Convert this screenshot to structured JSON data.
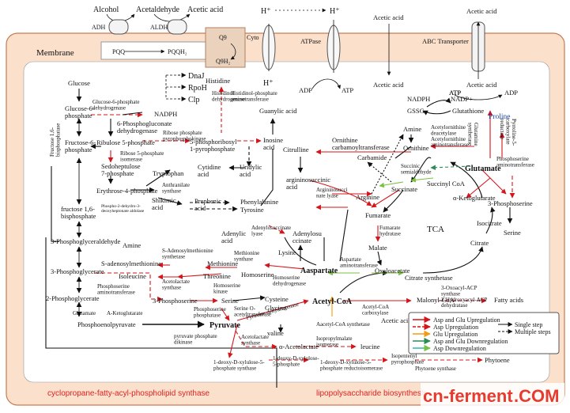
{
  "external": {
    "alcohol": "Alcohol",
    "acetaldehyde": "Acetaldehyde",
    "acetic_acid_top": "Acetic acid",
    "adh": "ADH",
    "aldh": "ALDH",
    "pqq": "PQQ",
    "pqqh2": "PQQH₂",
    "q9": "Q9",
    "q9h2": "Q9H₂",
    "cyto": "Cyto",
    "h_plus": "H⁺",
    "atpase": "ATPase",
    "abc": "ABC Transporter",
    "acetic_acid_mid": "Acetic acid",
    "acetic_acid_right": "Acetic acid"
  },
  "membrane_label": "Membrane",
  "stress": {
    "dnaj": "DnaJ",
    "rpoh": "RpoH",
    "clp": "Clp"
  },
  "nodes": {
    "glucose": "Glucose",
    "g6p": "Glucose-6-\nphosphate",
    "g6pdh": "Glucose-6-phosphate\ndehydrogenase",
    "nadph_l": "NADPH",
    "pgdh": "6-Phosphogluconate\ndehydrogenase",
    "f6p": "Fructose-6-\nphosphate",
    "r5p": "Ribulose 5-phosphate",
    "rpi": "Ribose 5-phosphate\nisomerase",
    "prpp_enz": "Ribose phosphate\npyrophosphokinase",
    "prpp": "5-phosphoribosyl\n1-pyrophosphate",
    "histidine": "Histidine",
    "his_enz": "Histidinol\ndehydrogenase",
    "his_amt": "Histidinol-phosphate\naminotransferase",
    "guanylic": "Guanylic acid",
    "inosine": "Inosine\nacid",
    "sedo": "Sedoheptulose\n7-phosphate",
    "e4p": "Erythrose-4-phosphate",
    "tryptophan": "Tryptophan",
    "anthr": "Anthranilate\nsynthase",
    "shikimic": "Shikimic\nacid",
    "dahp": "Phospho-2-dehydro-3-\ndeoxyheptonate aldolase",
    "prephenic": "Prephenic\nacid",
    "phe": "Phenylalanine",
    "tyr": "Tyrosine",
    "cytidine": "Cytidine\nacid",
    "uridylic": "Uridylic\nacid",
    "fbp_left": "Fructose 1,6-\nbisphosphatase",
    "fbp": "fructose 1,6-\nbisphosphate",
    "g3p": "3-Phosphoglyceraldehyde",
    "pg3": "3-Phosphoglycerate",
    "pg2": "2-Phosphoglycerate",
    "pep": "Phosphoenolpyruvate",
    "pyruvate": "Pyruvate",
    "ppdk": "pyruvate phosphate\ndikinase",
    "amine_l": "Amine",
    "sam_syn": "S-Adenosylmethionine\nsynthetase",
    "sam": "S-adenosylmethionine",
    "methionine": "Methionine",
    "met_syn": "Methionine\nsynthase",
    "isoleucine": "Isoleucine",
    "threonine": "Threonine",
    "homoserine": "Homoserine",
    "hs_kin": "Homoserine\nkinase",
    "hs_dh": "Homoserine\ndehydrogenase",
    "acl_syn": "Acetolactate\nsynthase",
    "ps_amt": "Phosphoserine\naminotransferase",
    "p3ser": "3-Phosphoserine",
    "glutamate_l": "Glutamate",
    "akg_l": "A-Ketoglutarate",
    "serine": "Serine",
    "ps_ptase": "Phosphoserine\nphosphatase",
    "cysteine": "Cysteine",
    "glycine": "Glycine",
    "sat": "Serine O-\nacetyltransferase",
    "lysine": "Lysine",
    "aspartate": "Aaspartate",
    "adenylic": "Adenylic\nacid",
    "adsl": "Adenylosuccinate\nlyase",
    "adsucc": "Adenylosu\nccinate",
    "citrulline": "Citrulline",
    "orn_ct": "Ornithine\ncarbamoyltransferase",
    "argsucc": "argininosuccinic\nacid",
    "asl": "Argininosucci\nnate lyase",
    "arginine": "Arginine",
    "carbamide": "Carbamide",
    "amine_r": "Amine",
    "ornithine": "Ornithine",
    "acorn": "Acetylornithine\ndeacetylase\nAcetylornithine\naminotransferase",
    "ssa": "Succinic\nsemialdehyde",
    "succinate": "Succinate",
    "succoa": "Succinyl CoA",
    "fumarate": "Fumarate",
    "fum_hyd": "Fumarate\nhydratase",
    "malate": "Malate",
    "asp_amt": "Aspartate\naminotransferase",
    "oaa": "Oxaloacetate",
    "citrate_syn": "Citrate synthetase",
    "citrate": "Citrate",
    "isocitrate": "Isocitrate",
    "akg": "α-Ketoglutarate",
    "glutamate": "Glutamate",
    "tca": "TCA",
    "proline": "Proline",
    "p5cr": "Pyrroline-5-\ncarboxylate\nreductase",
    "gln_syn": "Glutamine\nsynthetase",
    "ps_amt_r": "Phosphoserine\naminotransferase",
    "p3ser_r": "3-Phosphoserine",
    "serine_r": "Serine",
    "nadph_r": "NADPH",
    "nadp": "NADP+",
    "atp_r": "ATP",
    "gssg": "GSSG",
    "glutathione": "Glutathione",
    "adp_a": "ADP",
    "atp_a": "ATP",
    "acetic_mid": "Acetic acid",
    "acetic_r": "Acetic acid",
    "atp2": "ATP",
    "adp2": "ADP",
    "acetylcoa": "Acetyl-CoA",
    "acc": "Acetyl-CoA\ncarboxylase",
    "acs": "Aacetyl-CoA synthetase",
    "acetic_low": "Acetic acid",
    "malcoa": "Malonyl-CoA",
    "acp": "3-Oxoacyl-ACP\nsynthase\n3-Hydroxyacyl-ACP\ndehydratase",
    "fatty": "Fatty acids",
    "pdh": "Pyruvate dehydrogenase",
    "valine": "valine",
    "acetolactate": "α-Acetolactate",
    "ipm": "Isopropylmalate\nisomerase",
    "leucine": "leucine",
    "acl_syn2": "Acetolactate\nsynthase",
    "dxs": "1-deoxy-D-xylulose-5-\nphosphate synthase",
    "dxp": "1-deoxy-D-xylulose-\n5-phosphate",
    "dxr": "1-deoxy-D-xylulose-5-\nphosphate reductoisomerase",
    "ipp": "Isopentenyl\npyrophosphate",
    "phytoene_syn": "Phytoene synthase",
    "phytoene": "Phytoene"
  },
  "legend": {
    "items": [
      {
        "text": "Asp and Glu Upregulation",
        "color": "#d4151b"
      },
      {
        "text": "Asp Upregulation",
        "color": "#d4151b",
        "dashed": true
      },
      {
        "text": "Glu Upregulation",
        "color": "#f39c12"
      },
      {
        "text": "Asp and Glu Downregulation",
        "color": "#2e8b57"
      },
      {
        "text": "Asp Downregulation",
        "color": "#2bb5b5"
      }
    ],
    "steps": [
      "Single step",
      "Multiple steps"
    ]
  },
  "footer": {
    "left": "cyclopropane-fatty-acyl-phospholipid  synthase",
    "right": "lipopolysaccharide biosynthesis"
  },
  "watermark": {
    "text_a": "cn-ferment",
    "text_b": ".COM"
  },
  "colors": {
    "up": "#d4151b",
    "asp_up": "#d4151b",
    "glu_up": "#f39c12",
    "down": "#2e8b57",
    "asp_down": "#3cc2c2",
    "membrane": "#fbe0cc",
    "membrane_edge": "#c97a52"
  }
}
